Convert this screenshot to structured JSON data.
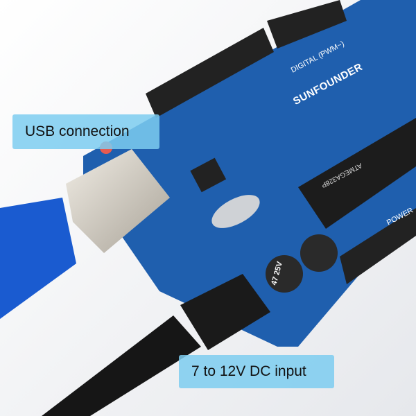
{
  "labels": {
    "usb": "USB connection",
    "dc": "7 to 12V DC input"
  },
  "board": {
    "brand": "SUNFOUNDER",
    "digital_header": "DIGITAL (PWM~)",
    "power_header": "POWER",
    "chip": "ATMEGA328P",
    "capacitor": "47 25V"
  },
  "colors": {
    "board": "#1f5fae",
    "label_bg": "#7dcdf0"
  }
}
